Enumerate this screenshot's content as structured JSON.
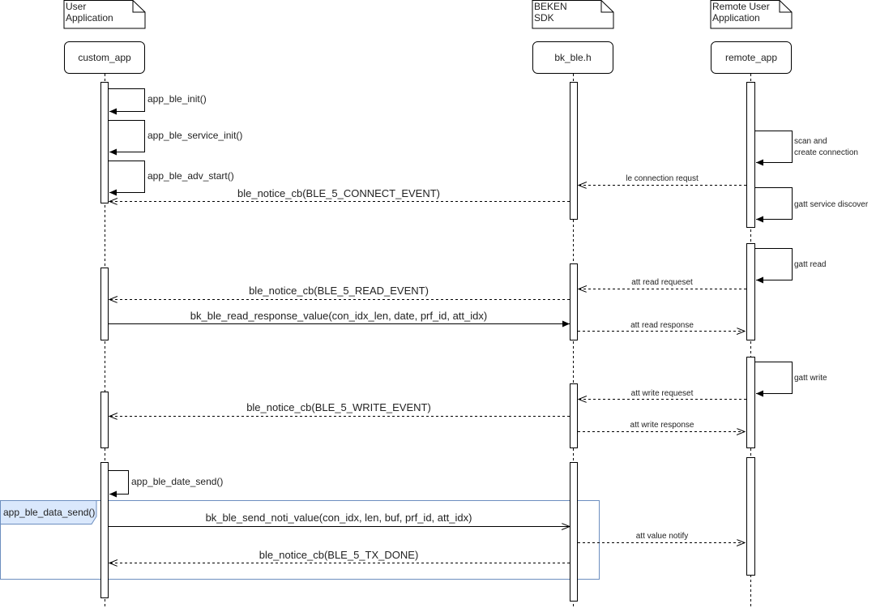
{
  "notes": {
    "user": [
      "User",
      "Application"
    ],
    "beken": [
      "BEKEN",
      "SDK"
    ],
    "remote": [
      "Remote User",
      "Application"
    ]
  },
  "participants": {
    "custom_app": "custom_app",
    "bk_ble": "bk_ble.h",
    "remote_app": "remote_app"
  },
  "messages": {
    "app_ble_init": "app_ble_init()",
    "app_ble_service_init": "app_ble_service_init()",
    "app_ble_adv_start": "app_ble_adv_start()",
    "scan_line1": "scan and",
    "scan_line2": "create connection",
    "le_conn_req": "le connection requst",
    "gatt_service_discover": "gatt service discover",
    "connect_event": "ble_notice_cb(BLE_5_CONNECT_EVENT)",
    "gatt_read": "gatt read",
    "att_read_request": "att read requeset",
    "read_event": "ble_notice_cb(BLE_5_READ_EVENT)",
    "read_response_value": "bk_ble_read_response_value(con_idx_len, date, prf_id, att_idx)",
    "att_read_response": "att read response",
    "gatt_write": "gatt write",
    "att_write_request": "att write requeset",
    "write_event": "ble_notice_cb(BLE_5_WRITE_EVENT)",
    "att_write_response": "att write response",
    "app_ble_date_send": "app_ble_date_send()",
    "send_noti_value": "bk_ble_send_noti_value(con_idx, len, buf, prf_id, att_idx)",
    "att_value_notify": "att value notify",
    "tx_done": "ble_notice_cb(BLE_5_TX_DONE)"
  },
  "fragment": {
    "label": "app_ble_data_send()"
  }
}
